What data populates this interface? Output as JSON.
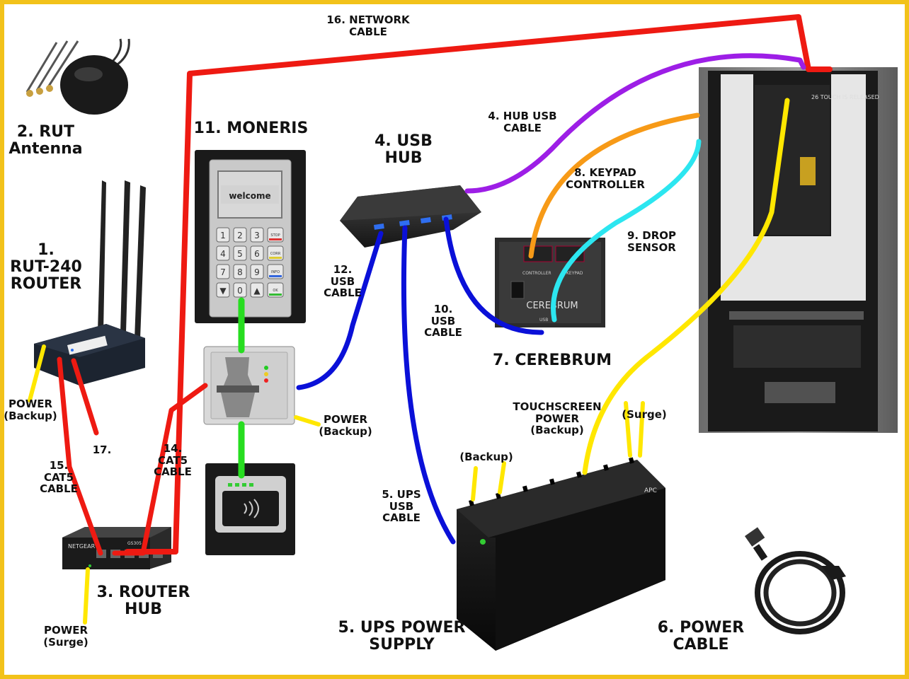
{
  "colors": {
    "border": "#f2c21a",
    "network_red": "#ee1a12",
    "usb_blue": "#0a10d8",
    "power_yellow": "#ffe700",
    "keypad_orange": "#f79a17",
    "drop_cyan": "#2ce6f0",
    "hub_purple": "#9d1ee6",
    "moneris_green": "#27dd20"
  },
  "components": {
    "c1": "1.\nRUT-240\nROUTER",
    "c2": "2. RUT\nAntenna",
    "c3": "3. ROUTER\nHUB",
    "c4": "4. USB\nHUB",
    "c5": "5. UPS POWER\nSUPPLY",
    "c6": "6. POWER\nCABLE",
    "c7": "7. CEREBRUM",
    "c11": "11. MONERIS"
  },
  "cables": {
    "hub_usb": "4. HUB USB\nCABLE",
    "keypad": "8. KEYPAD\nCONTROLLER",
    "drop": "9. DROP\nSENSOR",
    "usb10": "10.\nUSB\nCABLE",
    "usb12": "12.\nUSB\nCABLE",
    "cat5_14": "14.\nCAT5\nCABLE",
    "cat5_15": "15.\nCAT5\nCABLE",
    "network16": "16. NETWORK\nCABLE",
    "c17": "17.",
    "ups_usb": "5. UPS\nUSB\nCABLE"
  },
  "power": {
    "router_backup": "POWER\n(Backup)",
    "moneris_backup": "POWER\n(Backup)",
    "router_hub_surge": "POWER\n(Surge)",
    "ups_backup": "(Backup)",
    "touchscreen": "TOUCHSCREEN\nPOWER\n(Backup)",
    "ups_surge": "(Surge)"
  },
  "device_text": {
    "moneris_screen": "welcome",
    "keypad_keys": [
      "1",
      "2",
      "3",
      "STOP",
      "4",
      "5",
      "6",
      "CORR",
      "7",
      "8",
      "9",
      "INFO",
      "▼",
      "0",
      "▲",
      "OK"
    ],
    "cerebrum_name": "CEREBRUM",
    "cerebrum_ports": [
      "CONTROLLER",
      "KEYPAD",
      "USB"
    ],
    "router_hub_brand": "NETGEAR",
    "router_hub_model": "GS305",
    "ups_brand": "APC",
    "kiosk_note": "26\nTOUCH IS\nRELEASED"
  }
}
